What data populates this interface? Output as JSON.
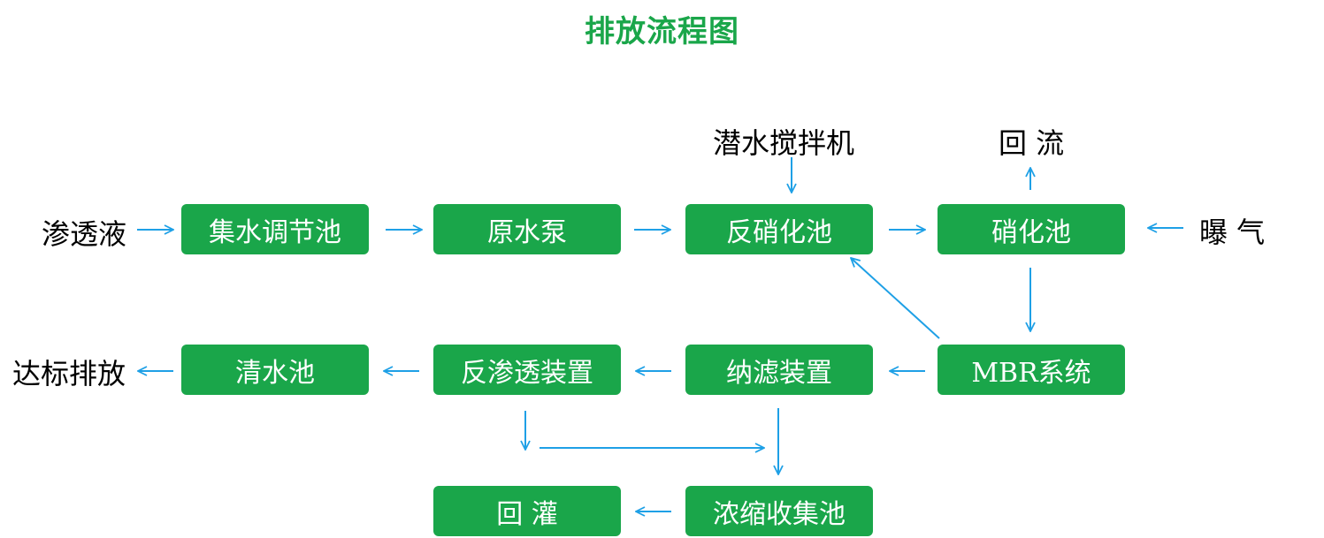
{
  "title": "排放流程图",
  "colors": {
    "box_fill": "#1aa64a",
    "box_text": "#ffffff",
    "arrow": "#1ea0e6",
    "title": "#1aa64a"
  },
  "boxes": {
    "jishui": "集水调节池",
    "yuanshuibeng": "原水泵",
    "fanxiaohua": "反硝化池",
    "xiaohua": "硝化池",
    "mbr": "MBR系统",
    "nalv": "纳滤装置",
    "fanshentou": "反渗透装置",
    "qingshui": "清水池",
    "nongsuo": "浓缩收集池",
    "huiguan": "回  灌"
  },
  "labels": {
    "shentouye": "渗透液",
    "qianshui": "潜水搅拌机",
    "huiliu": "回 流",
    "baoqi": "曝 气",
    "dabiao": "达标排放"
  }
}
